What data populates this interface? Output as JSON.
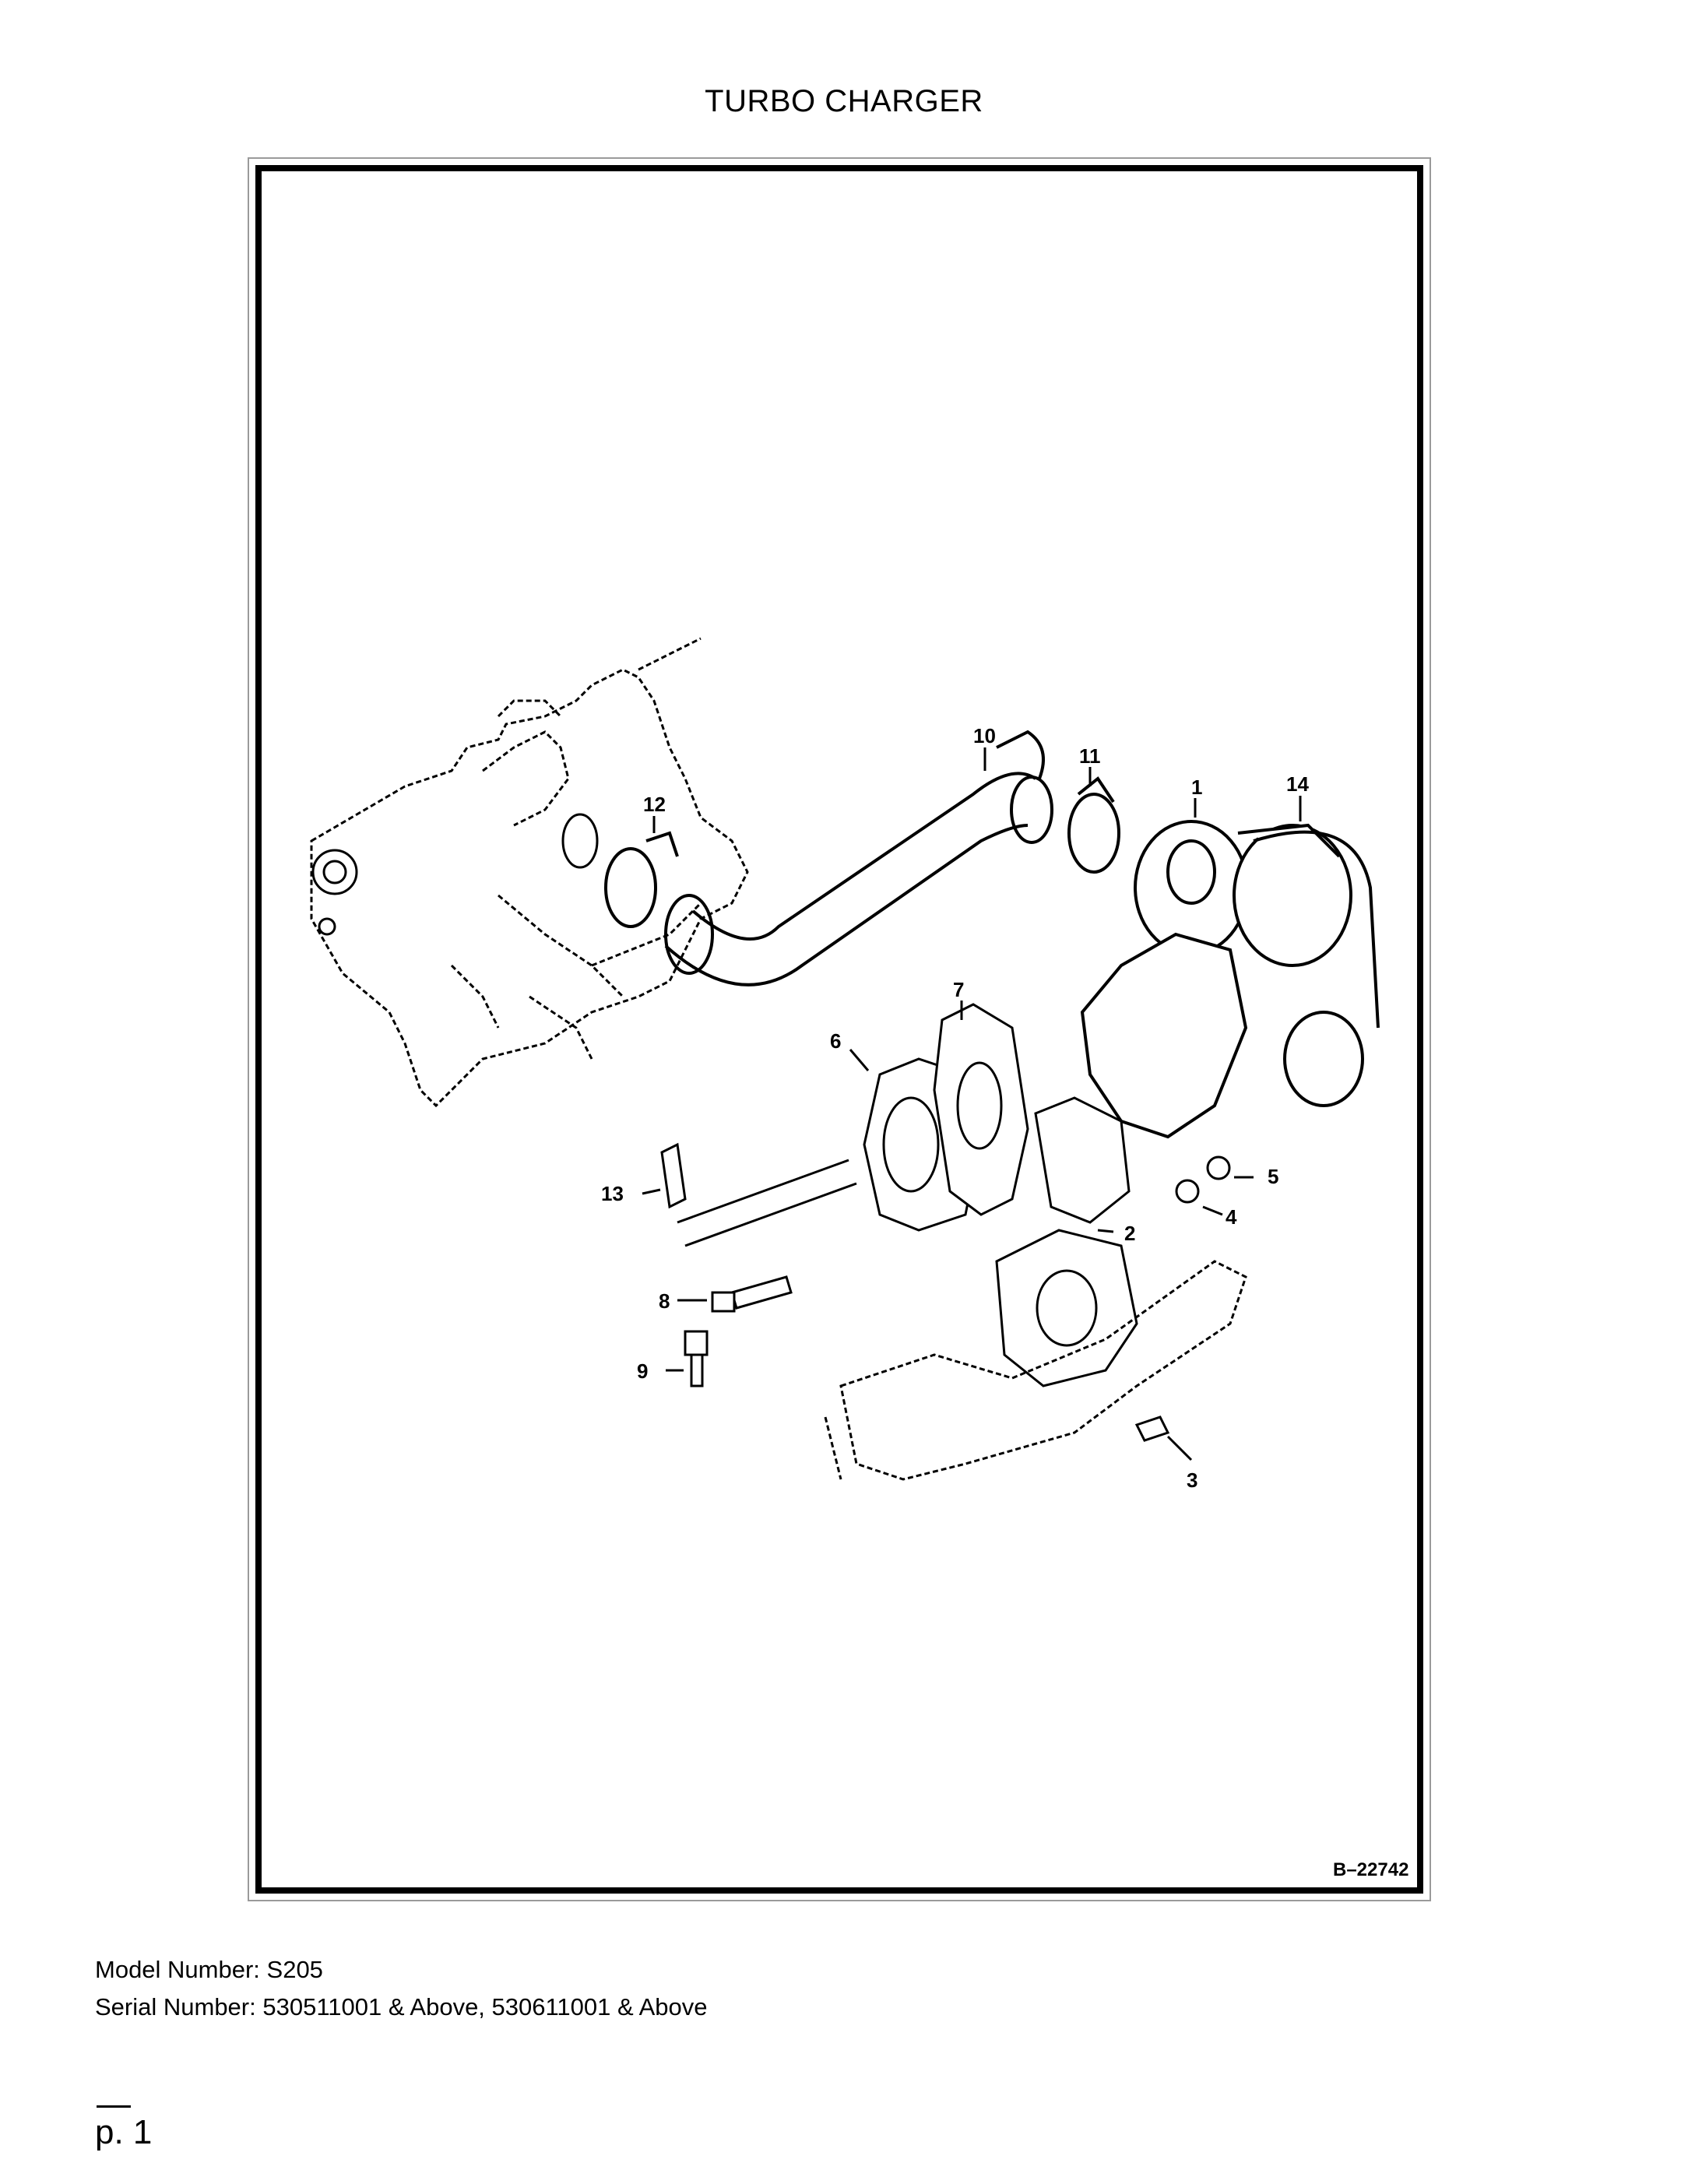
{
  "title": "TURBO CHARGER",
  "figure_id": "B–22742",
  "callouts": {
    "c1": "1",
    "c2": "2",
    "c3": "3",
    "c4": "4",
    "c5": "5",
    "c6": "6",
    "c7": "7",
    "c8": "8",
    "c9": "9",
    "c10": "10",
    "c11": "11",
    "c12": "12",
    "c13": "13",
    "c14": "14"
  },
  "footer": {
    "model": "Model Number: S205",
    "serial": "Serial Number: 530511001 & Above, 530611001 & Above",
    "page": "p. 1"
  }
}
